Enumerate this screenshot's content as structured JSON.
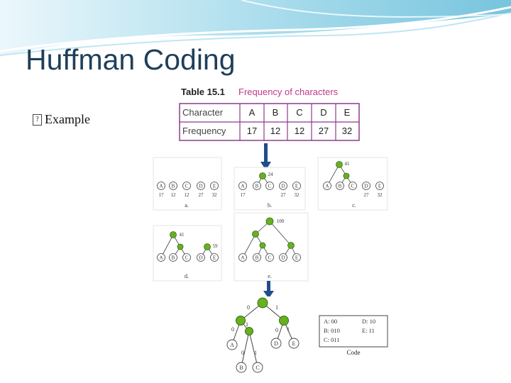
{
  "slide": {
    "title": "Huffman Coding",
    "bullet_glyph": "?",
    "bullet_text": "Example"
  },
  "table": {
    "caption_number": "Table 15.1",
    "caption_text": "Frequency of characters",
    "row1_header": "Character",
    "characters": [
      "A",
      "B",
      "C",
      "D",
      "E"
    ],
    "row2_header": "Frequency",
    "frequencies": [
      "17",
      "12",
      "12",
      "27",
      "32"
    ]
  },
  "steps": {
    "a": {
      "caption": "a.",
      "nodes": [
        "A",
        "B",
        "C",
        "D",
        "E"
      ],
      "weights": [
        "17",
        "12",
        "12",
        "27",
        "32"
      ]
    },
    "b": {
      "caption": "b.",
      "merged": "24",
      "nodes": [
        "A",
        "B",
        "C",
        "D",
        "E"
      ],
      "weights": [
        "17",
        "27",
        "32"
      ]
    },
    "c": {
      "caption": "c.",
      "merged": "41",
      "nodes": [
        "A",
        "B",
        "C",
        "D",
        "E"
      ],
      "weights": [
        "27",
        "32"
      ]
    },
    "d": {
      "caption": "d.",
      "merged_left": "41",
      "merged_right": "59",
      "nodes": [
        "A",
        "B",
        "C",
        "D",
        "E"
      ]
    },
    "e": {
      "caption": "e.",
      "root": "100",
      "nodes": [
        "A",
        "B",
        "C",
        "D",
        "E"
      ]
    }
  },
  "final_tree": {
    "edges": [
      "0",
      "1",
      "0",
      "1",
      "0",
      "1",
      "0",
      "1"
    ],
    "leaves": [
      "A",
      "D",
      "E",
      "B",
      "C"
    ]
  },
  "code_table": {
    "caption": "Code",
    "rows": [
      {
        "left": "A:   00",
        "right": "D:   10"
      },
      {
        "left": "B:   010",
        "right": "E:   11"
      },
      {
        "left": "C:   011",
        "right": ""
      }
    ]
  },
  "colors": {
    "title": "#1f3f5a",
    "caption_accent": "#c0398a",
    "table_border": "#8e3b8a",
    "node_green": "#66b022",
    "arrow_blue": "#1f4e8c",
    "code_red": "#c0392b"
  }
}
